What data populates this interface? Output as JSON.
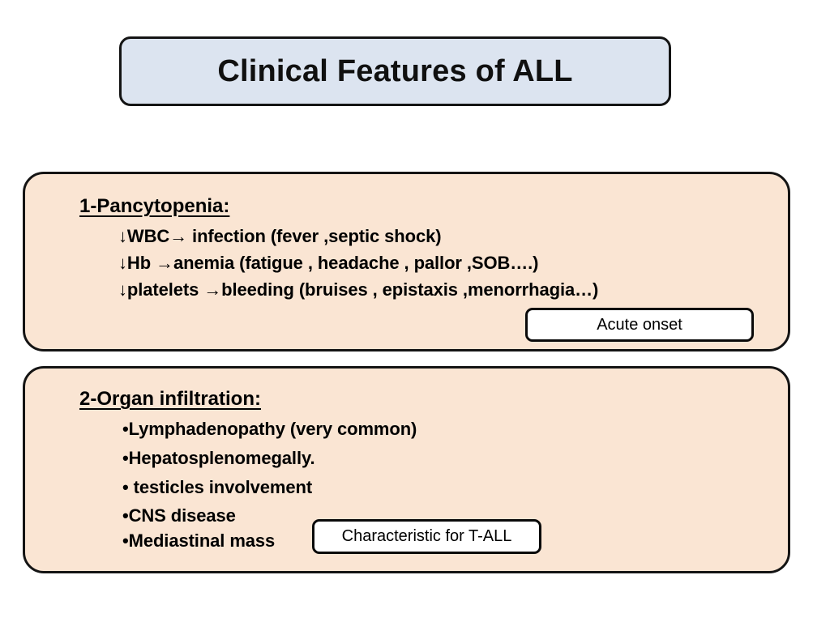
{
  "slide": {
    "title": "Clinical Features of ALL",
    "background_color": "#ffffff",
    "title_box_color": "#dce4f0",
    "panel_color": "#fae5d3",
    "border_color": "#141414",
    "callout_color": "#ffffff"
  },
  "sections": [
    {
      "heading": "1-Pancytopenia:",
      "lines": [
        "↓WBC→ infection (fever ,septic shock)",
        "↓Hb →anemia (fatigue , headache , pallor ,SOB….)",
        "↓platelets →bleeding (bruises , epistaxis ,menorrhagia…)"
      ],
      "callout": "Acute onset"
    },
    {
      "heading": "2-Organ infiltration:",
      "lines": [
        "•Lymphadenopathy (very common)",
        "•Hepatosplenomegally.",
        "• testicles involvement",
        "•CNS disease",
        "•Mediastinal mass"
      ],
      "callout": "Characteristic for T-ALL"
    }
  ]
}
